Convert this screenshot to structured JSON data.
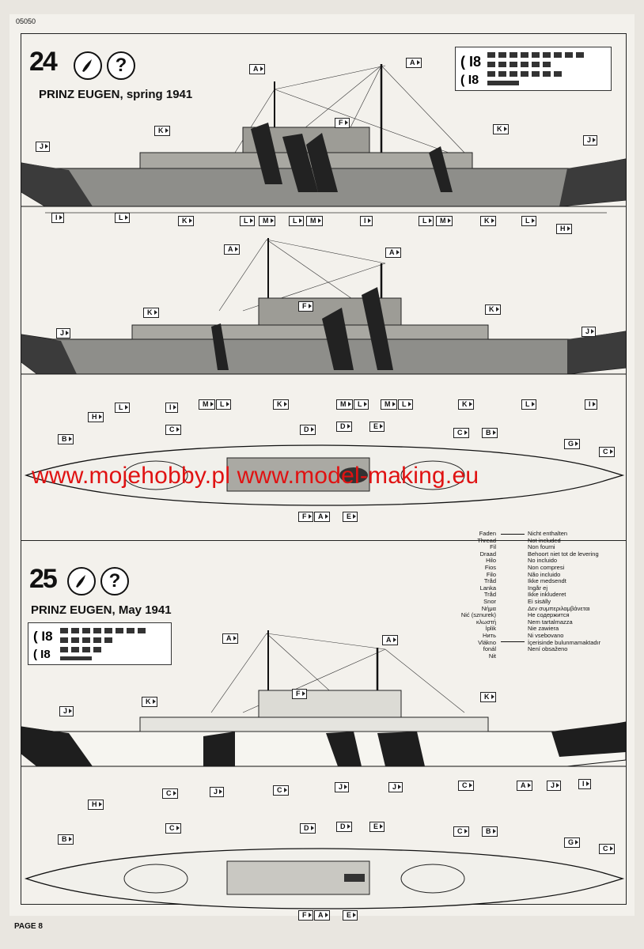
{
  "doc": {
    "code": "05050",
    "page_label": "PAGE 8",
    "watermark": "www.mojehobby.pl www.model-making.eu"
  },
  "steps": [
    {
      "number": "24",
      "title": "PRINZ EUGEN, spring 1941",
      "icon_brush": "paint-brush-icon",
      "icon_question": "?"
    },
    {
      "number": "25",
      "title": "PRINZ EUGEN, May 1941",
      "icon_brush": "paint-brush-icon",
      "icon_question": "?"
    }
  ],
  "legend": [
    {
      "left": "Faden",
      "right": "Nicht enthalten"
    },
    {
      "left": "Thread",
      "right": "Not included"
    },
    {
      "left": "Fil",
      "right": "Non fourni"
    },
    {
      "left": "Draad",
      "right": "Behoort niet tot de levering"
    },
    {
      "left": "Hilo",
      "right": "No incluido"
    },
    {
      "left": "Fios",
      "right": "Non compresi"
    },
    {
      "left": "Filo",
      "right": "Não incluido"
    },
    {
      "left": "Tråd",
      "right": "Ikke medsendt"
    },
    {
      "left": "Lanka",
      "right": "Ingår ej"
    },
    {
      "left": "Tråd",
      "right": "Ikke inkluderet"
    },
    {
      "left": "Snor",
      "right": "Ei sisälly"
    },
    {
      "left": "Νήμα",
      "right": "Δεν συμπεριλαμβάνεται"
    },
    {
      "left": "Nić (sznurek)",
      "right": "Не содержится"
    },
    {
      "left": "κλωστή",
      "right": "Nem tartalmazza"
    },
    {
      "left": "İplik",
      "right": "Nie zawiera"
    },
    {
      "left": "Нить",
      "right": "Ni vsebovano"
    },
    {
      "left": "Vlákno",
      "right": "İçerisinde bulunmamaktadır"
    },
    {
      "left": "fonál",
      "right": "Není obsaženo"
    },
    {
      "left": "Nit",
      "right": ""
    }
  ],
  "callouts_24": [
    "A",
    "A",
    "F",
    "K",
    "K",
    "J",
    "J",
    "I",
    "L",
    "K",
    "L",
    "M",
    "L",
    "M",
    "I",
    "L",
    "M",
    "K",
    "L",
    "H"
  ],
  "callouts_24b": [
    "A",
    "A",
    "F",
    "K",
    "K",
    "J",
    "J",
    "H",
    "L",
    "I",
    "M",
    "L",
    "K",
    "M",
    "L",
    "M",
    "L",
    "K",
    "L",
    "I"
  ],
  "callouts_24c": [
    "B",
    "C",
    "D",
    "D",
    "E",
    "C",
    "B",
    "G",
    "C",
    "F",
    "A",
    "E"
  ],
  "callouts_25": [
    "A",
    "A",
    "F",
    "K",
    "K",
    "J",
    "H",
    "C",
    "J",
    "C",
    "J",
    "J",
    "C",
    "A",
    "J",
    "I"
  ],
  "callouts_25b": [
    "B",
    "C",
    "D",
    "D",
    "E",
    "C",
    "B",
    "G",
    "C",
    "F",
    "A",
    "E"
  ]
}
